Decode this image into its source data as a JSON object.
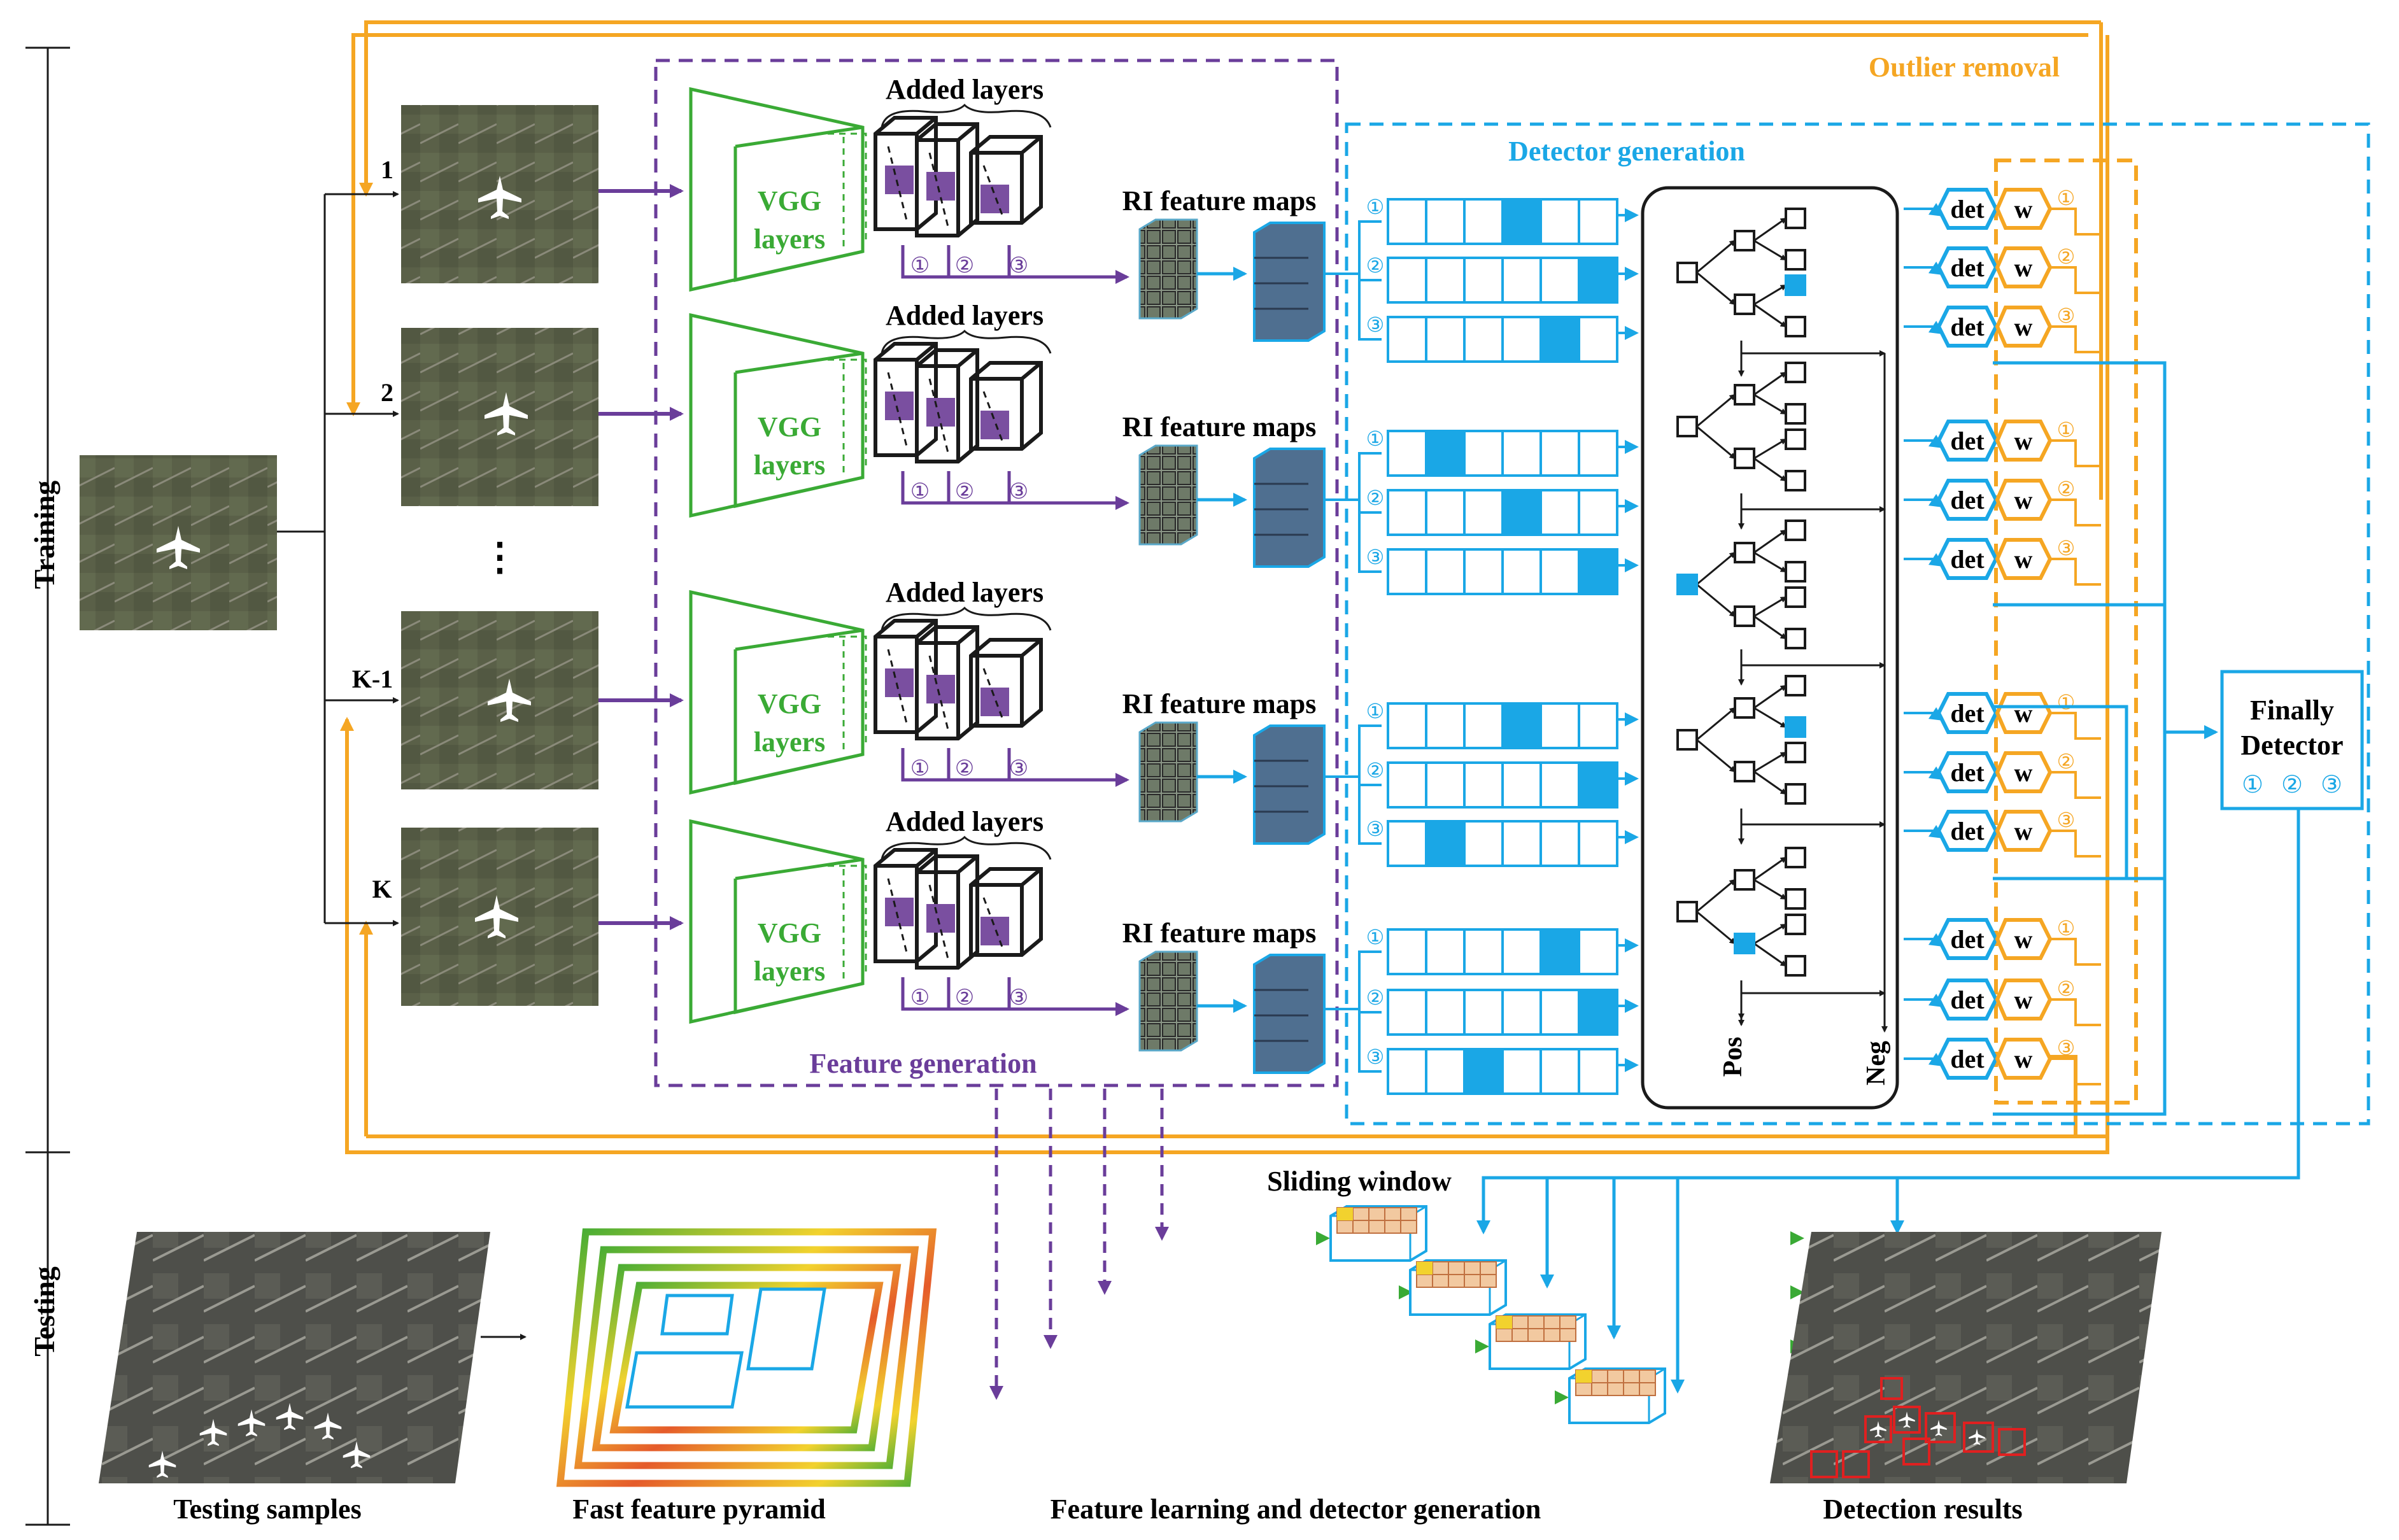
{
  "colors": {
    "orange": "#f5a623",
    "blue": "#1aa7e6",
    "green": "#3aaa35",
    "purple": "#6a3d9a",
    "black": "#1a1a1a",
    "cell_fill": "#1aa7e6",
    "feature_box": "#8f8cb8"
  },
  "labels": {
    "training": "Training",
    "testing": "Testing",
    "outlier_removal": "Outlier removal",
    "detector_generation": "Detector generation",
    "feature_generation": "Feature generation",
    "added_layers": "Added layers",
    "vgg_line1": "VGG",
    "vgg_line2": "layers",
    "ri_feature_maps": "RI feature maps",
    "pos": "Pos",
    "neg": "Neg",
    "det": "det",
    "w": "w",
    "finally_line1": "Finally",
    "finally_line2": "Detector",
    "sliding_window": "Sliding window",
    "testing_samples": "Testing samples",
    "fast_feature_pyramid": "Fast feature pyramid",
    "feature_learning": "Feature learning and detector generation",
    "detection_results": "Detection results",
    "circ1": "①",
    "circ2": "②",
    "circ3": "③",
    "vdots": "⋮"
  },
  "sample_labels": [
    "1",
    "2",
    "K-1",
    "K"
  ],
  "icons": {
    "airplane": "airplane-icon",
    "image": "aerial-image",
    "tree": "tree-structure"
  }
}
